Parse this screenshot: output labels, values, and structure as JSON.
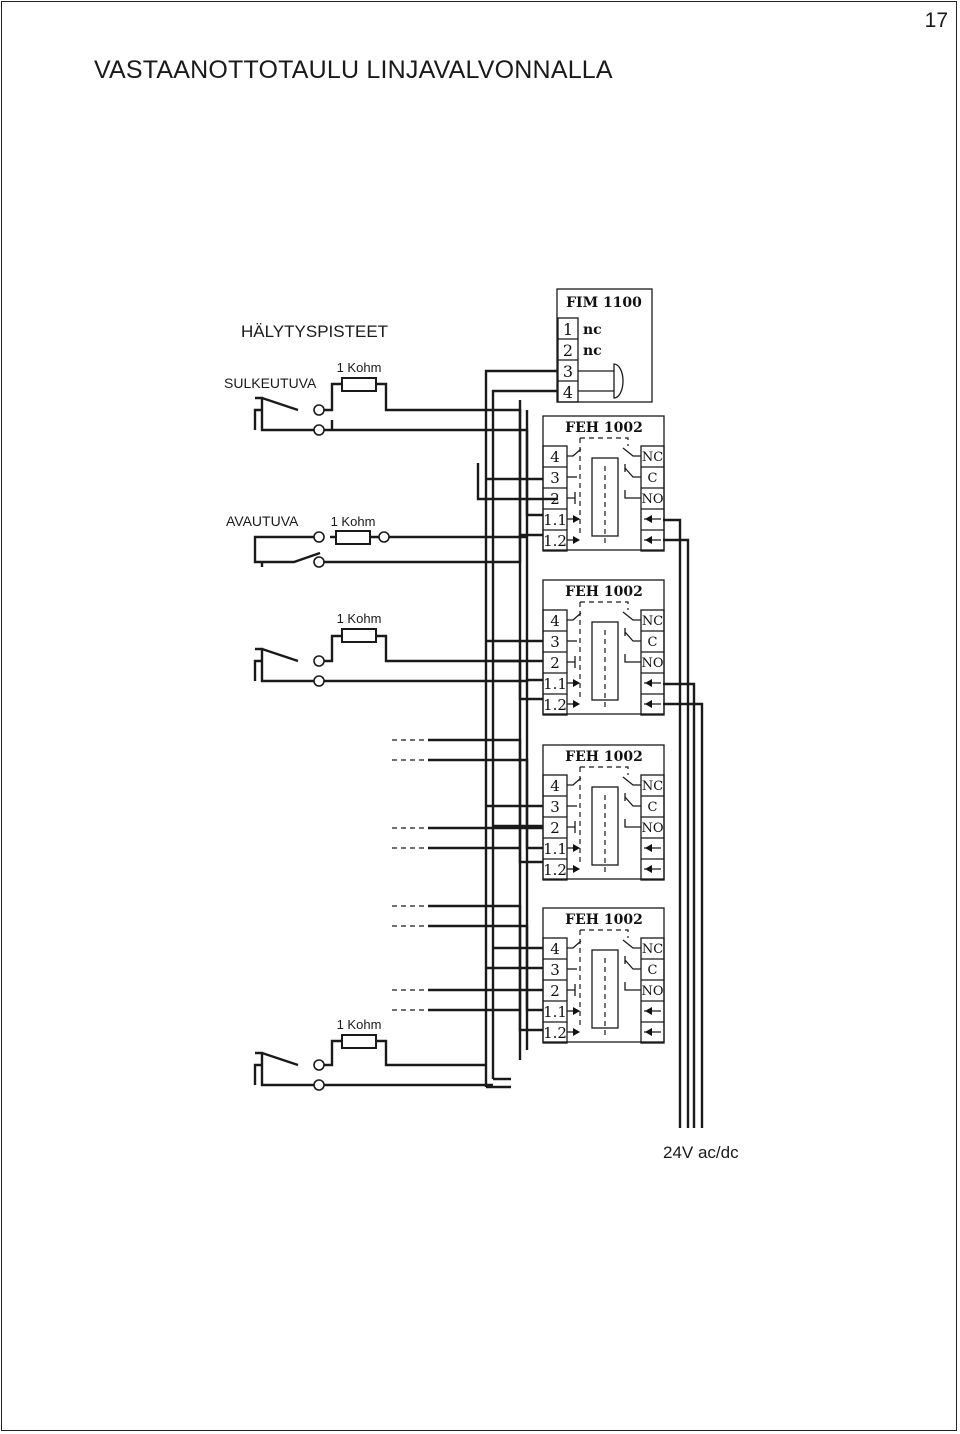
{
  "page": {
    "number": "17",
    "title": "VASTAANOTTOTAULU LINJAVALVONNALLA"
  },
  "labels": {
    "alarm_points": "HÄLYTYSPISTEET",
    "closing": "SULKEUTUVA",
    "opening": "AVAUTUVA",
    "resistor": "1 Kohm",
    "supply": "24V ac/dc"
  },
  "fim": {
    "title": "FIM 1100",
    "terminals": [
      "1",
      "2",
      "3",
      "4"
    ],
    "terminal_notes": [
      "nc",
      "nc",
      "",
      ""
    ]
  },
  "feh": {
    "title": "FEH 1002",
    "left_terminals": [
      "4",
      "3",
      "2",
      "1.1",
      "1.2"
    ],
    "right_terminals": [
      "NC",
      "C",
      "NO"
    ]
  }
}
